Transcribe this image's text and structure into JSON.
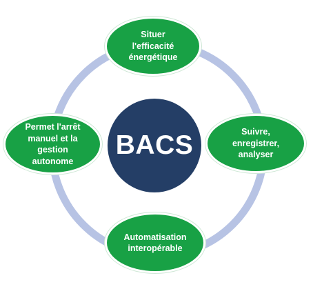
{
  "center": {
    "label": "BACS",
    "color": "#243e66"
  },
  "ring": {
    "color": "#b7c3e4"
  },
  "nodes": {
    "top": "Situer\nl'efficacité\nénergétique",
    "right": "Suivre,\nenregistrer,\nanalyser",
    "bottom": "Automatisation\ninteropérable",
    "left": "Permet l'arrêt\nmanuel et la\ngestion\nautonome",
    "color": "#18a145"
  }
}
